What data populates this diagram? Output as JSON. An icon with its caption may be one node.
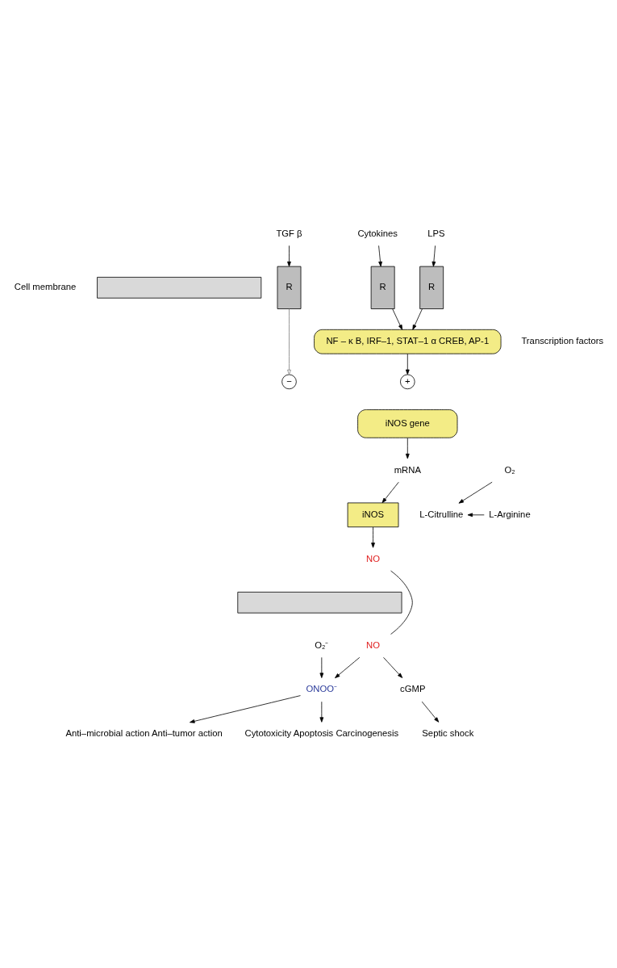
{
  "diagram": {
    "nodes": [
      {
        "text": [
          "TGF β"
        ]
      },
      {
        "text": [
          "Cytokines"
        ]
      },
      {
        "text": [
          "LPS"
        ]
      },
      {
        "text": [],
        "shape": "bar",
        "beside": [
          "Cell membrane"
        ]
      },
      {
        "text": [
          "R"
        ]
      },
      {
        "text": [
          "R"
        ]
      },
      {
        "text": [
          "R"
        ]
      },
      {
        "text": [
          "NF – κ B, IRF–1, STAT–1 α CREB, AP-1"
        ],
        "beside": [
          "Transcription factors"
        ]
      },
      {
        "text": [
          "−"
        ]
      },
      {
        "text": [
          "+"
        ]
      },
      {
        "text": [
          "iNOS gene"
        ]
      },
      {
        "text": [
          "mRNA"
        ]
      },
      {
        "text": [
          "O₂"
        ]
      },
      {
        "text": [
          "L-Arginine"
        ]
      },
      {
        "text": [
          "iNOS"
        ]
      },
      {
        "text": [
          "L-Citrulline"
        ]
      },
      {
        "text": [
          "NO"
        ]
      },
      {
        "text": [],
        "shape": "bar"
      },
      {
        "text": [
          "NO"
        ]
      },
      {
        "text": [
          "O₂⁻"
        ]
      },
      {
        "text": [
          "ONOO⁻"
        ]
      },
      {
        "text": [
          "cGMP"
        ]
      },
      {
        "text": [
          "Anti–microbial action Anti–tumor action"
        ]
      },
      {
        "text": [
          "Cytotoxicity Apoptosis Carcinogenesis"
        ]
      },
      {
        "text": [
          "Septic shock"
        ]
      }
    ],
    "edges": [
      {
        "from": 0,
        "to": 4,
        "arrow": "to"
      },
      {
        "from": 1,
        "to": 5,
        "arrow": "to"
      },
      {
        "from": 2,
        "to": 6,
        "arrow": "to"
      },
      {
        "from": 4,
        "to": 8,
        "arrow": "to",
        "color": "#808080"
      },
      {
        "from": 5,
        "to": 7,
        "arrow": "to"
      },
      {
        "from": 6,
        "to": 7,
        "arrow": "to"
      },
      {
        "from": 7,
        "to": 9,
        "arrow": "to"
      },
      {
        "from": 10,
        "to": 11,
        "arrow": "to"
      },
      {
        "from": 11,
        "to": 14,
        "arrow": "to"
      },
      {
        "from": 13,
        "to": 15,
        "arrow": "to"
      },
      {
        "from": 12,
        "to": 15,
        "arrow": "to"
      },
      {
        "from": 14,
        "to": 16,
        "arrow": "to"
      },
      {
        "from": 16,
        "to": 18,
        "arrow": "none"
      },
      {
        "from": 18,
        "to": 20,
        "arrow": "to"
      },
      {
        "from": 19,
        "to": 20,
        "arrow": "to"
      },
      {
        "from": 18,
        "to": 21,
        "arrow": "to"
      },
      {
        "from": 20,
        "to": 22,
        "arrow": "to"
      },
      {
        "from": 20,
        "to": 23,
        "arrow": "to"
      },
      {
        "from": 21,
        "to": 24,
        "arrow": "to"
      }
    ]
  }
}
